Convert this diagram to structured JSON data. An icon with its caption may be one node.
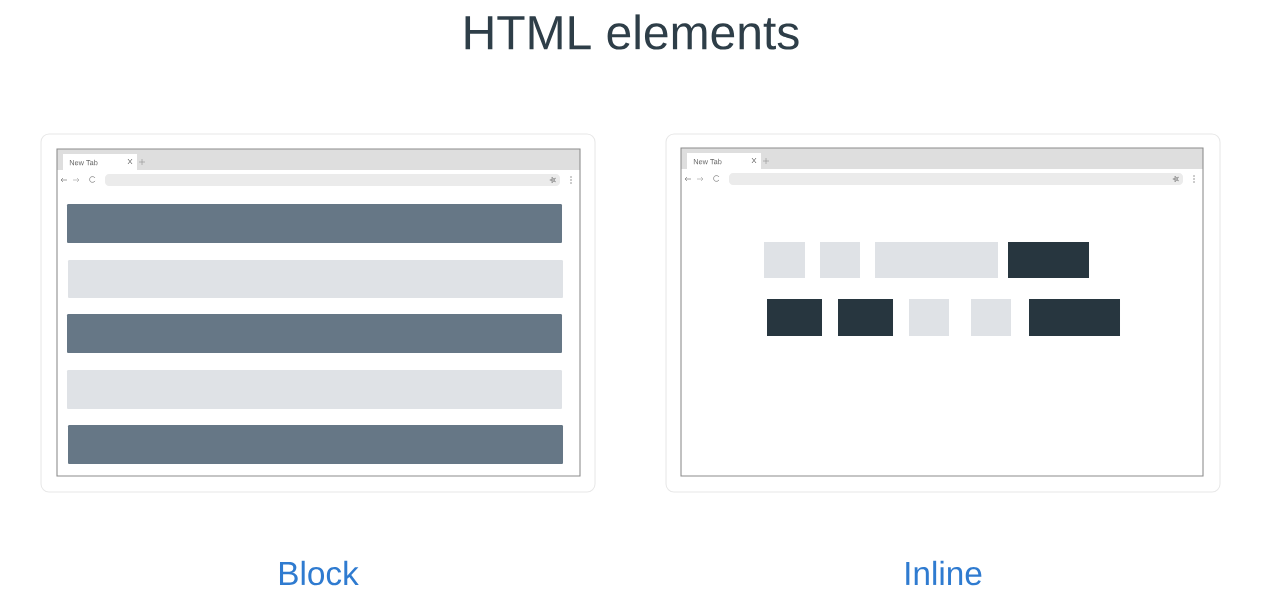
{
  "diagram": {
    "title": "HTML elements",
    "nodes": [
      {
        "text": [
          "New Tab"
        ],
        "beside": [
          "Block"
        ]
      },
      {
        "text": [],
        "shape": "bar",
        "in": 0
      },
      {
        "text": [],
        "shape": "bar",
        "in": 0
      },
      {
        "text": [],
        "shape": "bar",
        "in": 0
      },
      {
        "text": [],
        "shape": "bar",
        "in": 0
      },
      {
        "text": [],
        "shape": "bar",
        "in": 0
      },
      {
        "text": [
          "New Tab"
        ],
        "beside": [
          "Inline"
        ]
      },
      {
        "text": [],
        "shape": "box",
        "in": 6
      },
      {
        "text": [],
        "shape": "box",
        "in": 6
      },
      {
        "text": [],
        "shape": "box",
        "in": 6
      },
      {
        "text": [],
        "shape": "box",
        "in": 6
      },
      {
        "text": [],
        "shape": "box",
        "in": 6
      },
      {
        "text": [],
        "shape": "box",
        "in": 6
      },
      {
        "text": [],
        "shape": "box",
        "in": 6
      },
      {
        "text": [],
        "shape": "box",
        "in": 6
      },
      {
        "text": [],
        "shape": "box",
        "in": 6
      }
    ]
  }
}
